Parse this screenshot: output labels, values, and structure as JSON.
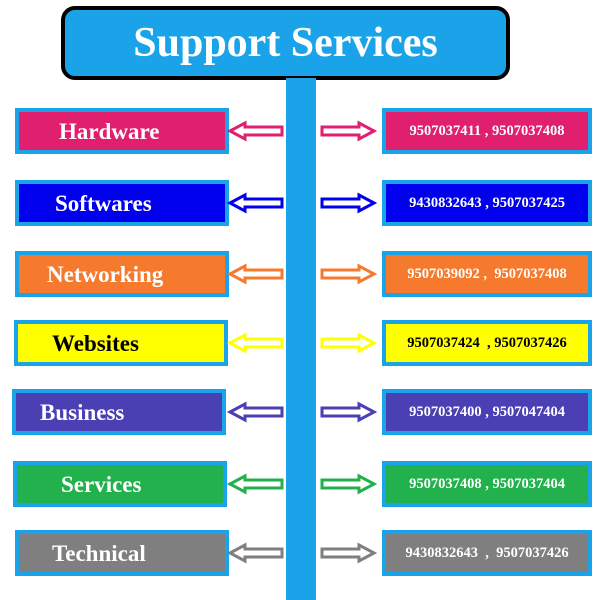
{
  "title": "Support Services",
  "rows": [
    {
      "category": "Hardware",
      "phones": "9507037411 , 9507037408",
      "color": "#e01f6e",
      "text_color": "#ffffff"
    },
    {
      "category": "Softwares",
      "phones": "9430832643 , 9507037425",
      "color": "#0000ee",
      "text_color": "#ffffff"
    },
    {
      "category": "Networking",
      "phones": "9507039092 ,  9507037408",
      "color": "#f57a2e",
      "text_color": "#ffffff"
    },
    {
      "category": "Websites",
      "phones": "9507037424  , 9507037426",
      "color": "#ffff00",
      "text_color": "#000000"
    },
    {
      "category": "Business",
      "phones": "9507037400 , 9507047404",
      "color": "#4a3fb3",
      "text_color": "#ffffff"
    },
    {
      "category": "Services",
      "phones": "9507037408 , 9507037404",
      "color": "#22b14c",
      "text_color": "#ffffff"
    },
    {
      "category": "Technical",
      "phones": "9430832643  ,  9507037426",
      "color": "#7f7f7f",
      "text_color": "#ffffff"
    }
  ],
  "colors": {
    "accent": "#1aa3e8",
    "title_text": "#ffffff",
    "title_border": "#000000"
  },
  "icons": {
    "left": "left-arrow-icon",
    "right": "right-arrow-icon"
  }
}
